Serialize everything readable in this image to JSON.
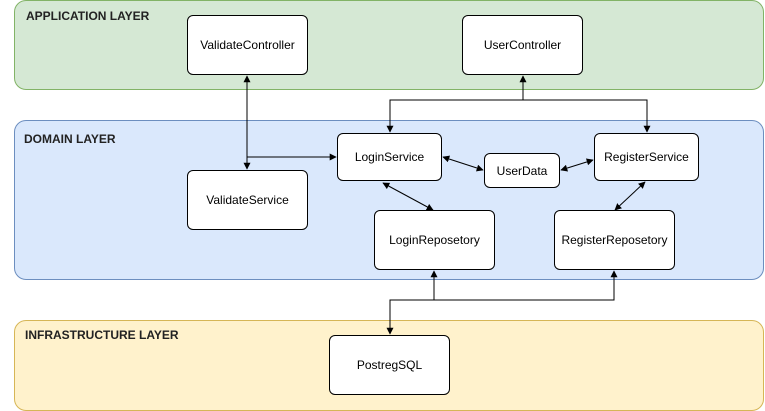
{
  "colors": {
    "application_fill": "#d5e8d4",
    "application_stroke": "#82b366",
    "domain_fill": "#dae8fc",
    "domain_stroke": "#6c8ebf",
    "infrastructure_fill": "#fff2cc",
    "infrastructure_stroke": "#d6b656",
    "node_fill": "#ffffff",
    "edge": "#000000"
  },
  "layers": {
    "application": {
      "title": "APPLICATION LAYER"
    },
    "domain": {
      "title": "DOMAIN LAYER"
    },
    "infrastructure": {
      "title": "INFRASTRUCTURE LAYER"
    }
  },
  "nodes": {
    "validate_controller": "ValidateController",
    "user_controller": "UserController",
    "login_service": "LoginService",
    "user_data": "UserData",
    "register_service": "RegisterService",
    "validate_service": "ValidateService",
    "login_repository": "LoginReposetory",
    "register_repository": "RegisterReposetory",
    "postgresql": "PostregSQL"
  },
  "edges": [
    {
      "from": "validate_controller",
      "to": "validate_service",
      "direction": "both"
    },
    {
      "from": "validate_controller",
      "to": "login_service",
      "direction": "forward"
    },
    {
      "from": "user_controller",
      "to": "login_service",
      "direction": "both"
    },
    {
      "from": "user_controller",
      "to": "register_service",
      "direction": "both"
    },
    {
      "from": "login_service",
      "to": "user_data",
      "direction": "both"
    },
    {
      "from": "user_data",
      "to": "register_service",
      "direction": "both"
    },
    {
      "from": "login_service",
      "to": "login_repository",
      "direction": "both"
    },
    {
      "from": "register_service",
      "to": "register_repository",
      "direction": "both"
    },
    {
      "from": "postgresql",
      "to": "login_repository",
      "direction": "both"
    },
    {
      "from": "postgresql",
      "to": "register_repository",
      "direction": "both"
    }
  ]
}
